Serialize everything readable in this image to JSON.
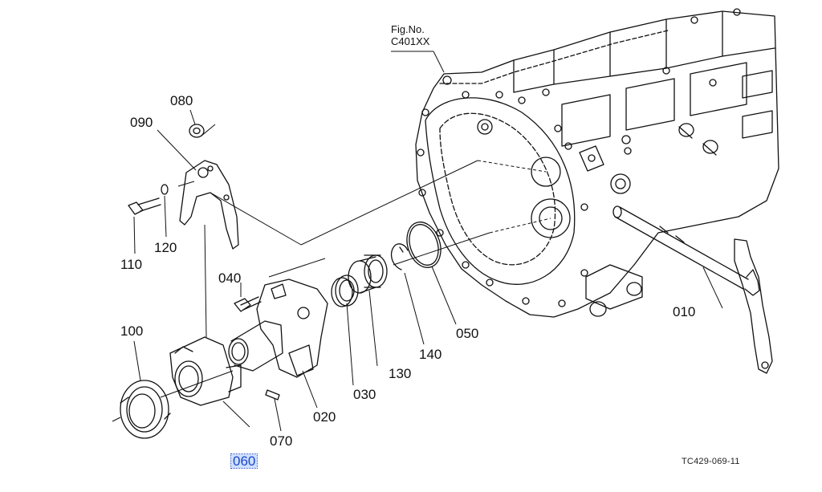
{
  "figure": {
    "fig_label": "Fig.No.",
    "fig_number": "C401XX",
    "drawing_id": "TC429-069-11"
  },
  "parts": [
    {
      "id": "010",
      "selected": false
    },
    {
      "id": "020",
      "selected": false
    },
    {
      "id": "030",
      "selected": false
    },
    {
      "id": "040",
      "selected": false
    },
    {
      "id": "050",
      "selected": false
    },
    {
      "id": "060",
      "selected": true
    },
    {
      "id": "070",
      "selected": false
    },
    {
      "id": "080",
      "selected": false
    },
    {
      "id": "090",
      "selected": false
    },
    {
      "id": "100",
      "selected": false
    },
    {
      "id": "110",
      "selected": false
    },
    {
      "id": "120",
      "selected": false
    },
    {
      "id": "130",
      "selected": false
    },
    {
      "id": "140",
      "selected": false
    }
  ],
  "colors": {
    "line": "#111111",
    "selected_text": "#1a47c8",
    "selected_bg": "#cfe0ff"
  }
}
